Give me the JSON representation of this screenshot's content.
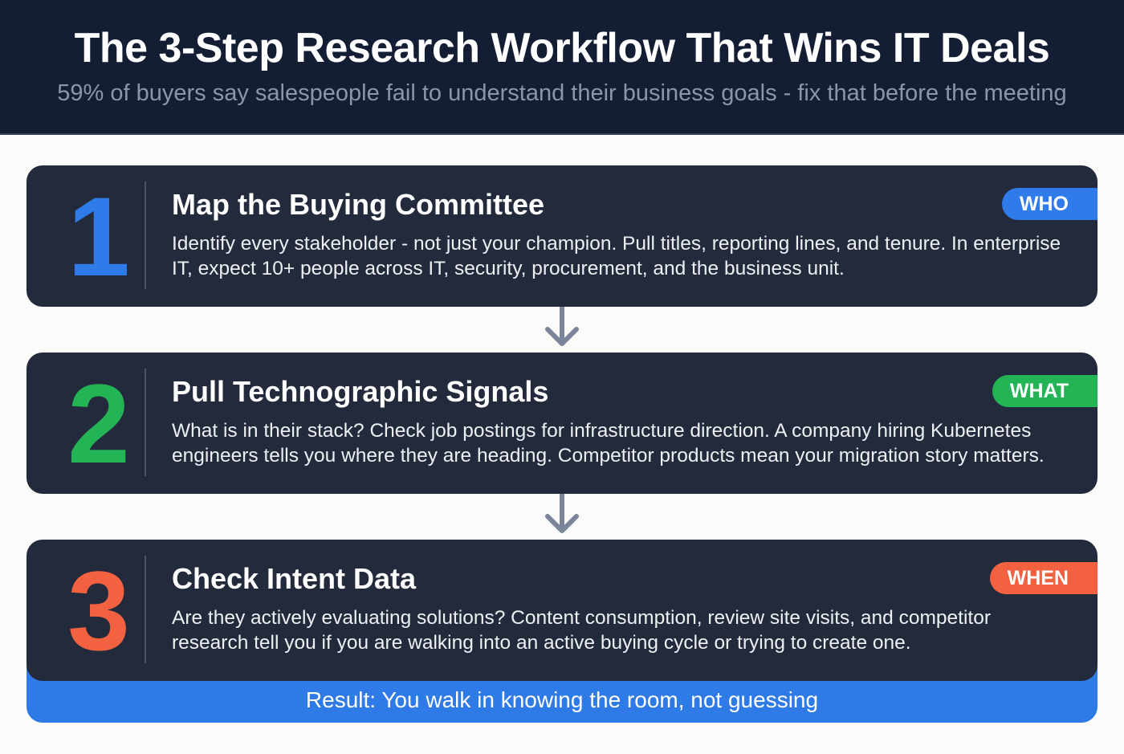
{
  "header": {
    "title": "The 3-Step Research Workflow That Wins IT Deals",
    "subtitle": "59% of buyers say salespeople fail to understand their business goals - fix that before the meeting"
  },
  "steps": [
    {
      "number": "1",
      "title": "Map the Buying Committee",
      "body": "Identify every stakeholder - not just your champion. Pull titles, reporting lines, and tenure. In enterprise IT, expect 10+ people across IT, security, procurement, and the business unit.",
      "badge": "WHO",
      "color": "#2f7bea"
    },
    {
      "number": "2",
      "title": "Pull Technographic Signals",
      "body": "What is in their stack? Check job postings for infrastructure direction. A company hiring Kubernetes engineers tells you where they are heading. Competitor products mean your migration story matters.",
      "badge": "WHAT",
      "color": "#22b455"
    },
    {
      "number": "3",
      "title": "Check Intent Data",
      "body": "Are they actively evaluating solutions? Content consumption, review site visits, and competitor research tell you if you are walking into an active buying cycle or trying to create one.",
      "badge": "WHEN",
      "color": "#f26140"
    }
  ],
  "connectors": {
    "icon": "arrow-down-icon",
    "color": "#7a859a"
  },
  "result": {
    "text": "Result: You walk in knowing the room, not guessing",
    "color": "#2e7ae6"
  },
  "colors": {
    "header_bg": "#131d33",
    "card_bg": "#222a3b",
    "page_bg": "#fbfbfa"
  }
}
